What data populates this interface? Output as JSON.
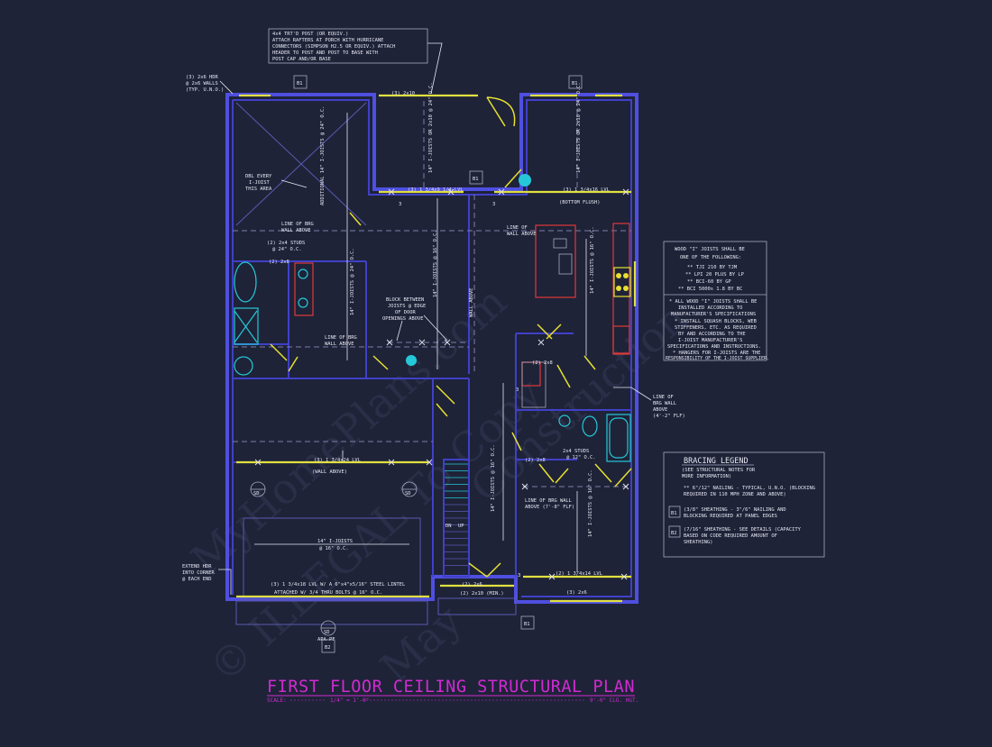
{
  "plan": {
    "title": "FIRST FLOOR CEILING STRUCTURAL PLAN",
    "scale_label": "SCALE:",
    "scale_value": "1/4\" = 1'-0\"",
    "ceiling_height": "9'-0\" CLG. HGT.",
    "watermark_1": "© ILLEGAL To Copy",
    "watermark_2": "MyHomePlans.com",
    "watermark_3": "Construction",
    "watermark_4": "May"
  },
  "notes": {
    "porch_post": [
      "4x4 TRT'D POST (OR EQUIV.)",
      "ATTACH RAFTERS AT PORCH WITH HURRICANE",
      "CONNECTORS (SIMPSON H2.5 OR EQUIV.) ATTACH",
      "HEADER TO POST AND POST TO BASE WITH",
      "POST CAP AND/OR BASE"
    ],
    "hdr_walls": [
      "(3) 2x6 HDR",
      "@ 2x6 WALLS",
      "(TYP. U.N.O.)"
    ],
    "dbl_joist": [
      "DBL EVERY",
      "I-JOIST",
      "THIS AREA"
    ],
    "block": [
      "BLOCK BETWEEN",
      "JOISTS @ EDGE",
      "OF DOOR",
      "OPENINGS ABOVE"
    ],
    "extend_hdr": [
      "EXTEND HDR",
      "INTO CORNER",
      "@ EACH END"
    ],
    "brg_wall_right": [
      "LINE OF",
      "BRG WALL",
      "ABOVE",
      "(4'-2\" FLF)"
    ]
  },
  "labels": {
    "b1": "B1",
    "b2": "B2",
    "hdr_top": "(3) 2x10",
    "lvl_1": "(3) 1 3/4x9 1/4 LVL",
    "lvl_2": "(3) 1 3/4x16 LVL",
    "bottom_flush": "(BOTTOM FLUSH)",
    "line_brg_1": "LINE OF BRG",
    "wall_above": "WALL ABOVE",
    "line_brg_2a": "LINE OF",
    "line_brg_2b": "WALL ABOVE",
    "studs_1a": "(2) 2x4 STUDS",
    "studs_1b": "@ 24\" O.C.",
    "hdr_2x8": "(2) 2x8",
    "line_brg_3a": "LINE OF BRG",
    "line_brg_3b": "WALL ABOVE",
    "lvl_big": "(3) 1 3/4x24 LVL",
    "wall_above_p": "(WALL ABOVE)",
    "ijoist_14": "14\" I-JOISTS",
    "ijoist_16oc": "@ 16\" O.C.",
    "lintel_1": "(3) 1 3/4x18 LVL W/ A 6\"x4\"x5/16\" STEEL LINTEL",
    "lintel_2": "ATTACHED W/ 3/4 THRU BOLTS @ 16\" O.C.",
    "hdr_2x6": "(2) 2x6",
    "hdr_2x8_b": "(2) 2x8",
    "hdr_2x10": "(2) 2x10 (MIN.)",
    "hdr_3x6": "(3) 2x6",
    "lvl_14": "(2) 1 3/4x14 LVL",
    "studs_2a": "2x4 STUDS",
    "studs_2b": "@ 12\" O.C.",
    "brg_flf_a": "LINE OF BRG WALL",
    "brg_flf_b": "ABOVE (7'-8\" FLF)",
    "dn": "DN",
    "up": "UP",
    "apa": "APA-PF",
    "sd": "SD",
    "v_joist_1": "ADDITIONAL 14\" I-JOISTS @ 24\" O.C.",
    "v_joist_2": "14\" I-JOISTS OR 2x10 @ 24\" O.C.",
    "v_joist_3": "14\" I-JOISTS OR 2x10 @ 24\" O.C.",
    "v_joist_4": "14\" I-JOISTS @ 24\" O.C.",
    "v_joist_5": "14\" I-JOISTS @ 16\" O.C.",
    "v_joist_6": "14\" I-JOISTS @ 16\" O.C.",
    "v_joist_7": "14\" I-JOISTS @ 16\" O.C.",
    "v_joist_8": "14\" I-JOISTS @ 16\" O.C.",
    "v_wall": "WALL ABOVE",
    "num_3": "3"
  },
  "wood_joist_box": {
    "heading": [
      "WOOD \"I\" JOISTS SHALL BE",
      "ONE OF THE FOLLOWING:"
    ],
    "items": [
      "** TJI 210 BY TJM",
      "** LPI 20 PLUS BY LP",
      "** BCI-60 BY GP",
      "** BCI 5000s 1.8 BY BC"
    ],
    "notes": [
      "* ALL WOOD \"I\" JOISTS SHALL BE",
      "INSTALLED ACCORDING TO",
      "MANUFACTURER'S SPECIFICATIONS",
      "* INSTALL SQUASH BLOCKS, WEB",
      "STIFFENERS, ETC. AS REQUIRED",
      "BY AND ACCORDING TO THE",
      "I-JOIST MANUFACTURER'S",
      "SPECIFICATIONS AND INSTRUCTIONS.",
      "* HANGERS FOR I-JOISTS ARE THE",
      "RESPONSIBILITY OF THE I-JOIST SUPPLIER."
    ]
  },
  "bracing_legend": {
    "title": "BRACING LEGEND",
    "subtitle": [
      "(SEE STRUCTURAL NOTES FOR",
      "MORE INFORMATION)"
    ],
    "nailing": [
      "** 6\"/12\" NAILING - TYPICAL, U.N.O. (BLOCKING",
      "REQUIRED IN 110 MPH ZONE AND ABOVE)"
    ],
    "b1_key": "B1",
    "b1_text": [
      "(3/8\" SHEATHING - 3\"/6\" NAILING AND",
      "BLOCKING REQUIRED AT PANEL EDGES"
    ],
    "b2_key": "B2",
    "b2_text": [
      "(7/16\" SHEATHING - SEE DETAILS (CAPACITY",
      "BASED ON CODE REQUIRED AMOUNT OF",
      "SHEATHING)"
    ]
  },
  "colors": {
    "background": "#1e2338",
    "wall": "#4f4fe0",
    "header": "#e0e040",
    "title": "#d12ad1",
    "fixture": "#25c8d8",
    "kitchen": "#e03a3a"
  }
}
